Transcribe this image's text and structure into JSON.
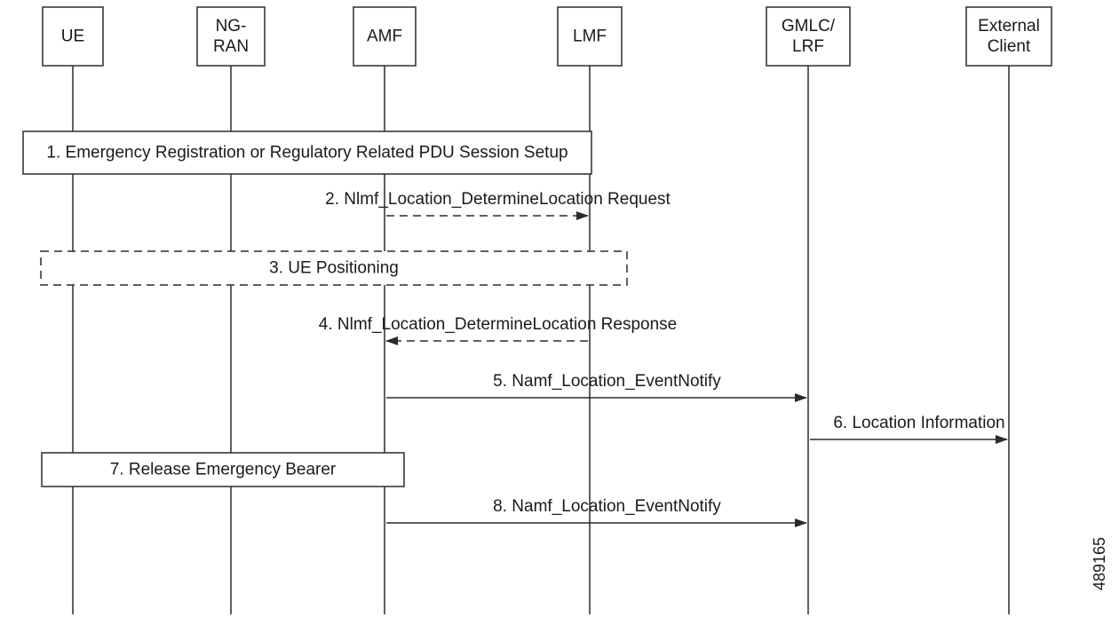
{
  "diagram": {
    "type": "sequence-diagram",
    "colors": {
      "stroke": "#2b2b2b",
      "text": "#1a1a1a",
      "background": "#ffffff"
    },
    "actors": [
      {
        "id": "ue",
        "lines": [
          "UE"
        ]
      },
      {
        "id": "ngran",
        "lines": [
          "NG-",
          "RAN"
        ]
      },
      {
        "id": "amf",
        "lines": [
          "AMF"
        ]
      },
      {
        "id": "lmf",
        "lines": [
          "LMF"
        ]
      },
      {
        "id": "gmlc",
        "lines": [
          "GMLC/",
          "LRF"
        ]
      },
      {
        "id": "external",
        "lines": [
          "External",
          "Client"
        ]
      }
    ],
    "steps": [
      {
        "kind": "note",
        "style": "solid",
        "span": [
          "ue",
          "lmf"
        ],
        "label": "1. Emergency Registration or Regulatory Related PDU Session Setup"
      },
      {
        "kind": "message",
        "style": "dashed",
        "from": "amf",
        "to": "lmf",
        "label": "2. Nlmf_Location_DetermineLocation Request"
      },
      {
        "kind": "note",
        "style": "dashed",
        "span": [
          "ue",
          "lmf"
        ],
        "label": "3. UE Positioning"
      },
      {
        "kind": "message",
        "style": "dashed",
        "from": "lmf",
        "to": "amf",
        "label": "4. Nlmf_Location_DetermineLocation Response"
      },
      {
        "kind": "message",
        "style": "solid",
        "from": "amf",
        "to": "gmlc",
        "label": "5. Namf_Location_EventNotify"
      },
      {
        "kind": "message",
        "style": "solid",
        "from": "gmlc",
        "to": "external",
        "label": "6. Location Information"
      },
      {
        "kind": "note",
        "style": "solid",
        "span": [
          "ue",
          "amf"
        ],
        "label": "7. Release Emergency Bearer"
      },
      {
        "kind": "message",
        "style": "solid",
        "from": "amf",
        "to": "gmlc",
        "label": "8. Namf_Location_EventNotify"
      }
    ],
    "figure_id": "489165"
  }
}
